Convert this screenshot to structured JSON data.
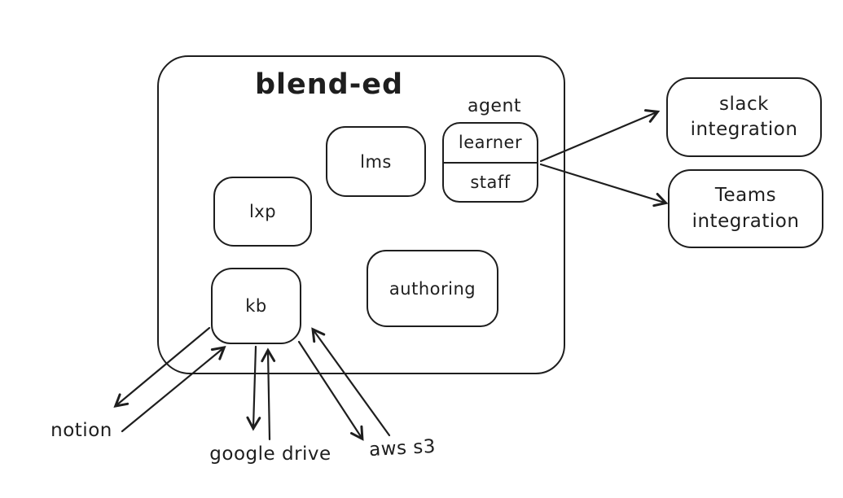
{
  "canvas": {
    "background": "#ffffff",
    "stroke_color": "#1e1e1e"
  },
  "platform": {
    "title": "blend-ed",
    "modules": [
      {
        "id": "lms",
        "label": "lms"
      },
      {
        "id": "lxp",
        "label": "lxp"
      },
      {
        "id": "kb",
        "label": "kb"
      },
      {
        "id": "authoring",
        "label": "authoring"
      }
    ],
    "agent": {
      "caption": "agent",
      "roles": [
        "learner",
        "staff"
      ]
    }
  },
  "integrations": [
    {
      "id": "slack-integration",
      "line1": "slack",
      "line2": "integration"
    },
    {
      "id": "teams-integration",
      "line1": "Teams",
      "line2": "integration"
    }
  ],
  "data_sources": [
    {
      "id": "notion",
      "label": "notion"
    },
    {
      "id": "google-drive",
      "label": "google drive"
    },
    {
      "id": "aws-s3",
      "label": "aws s3"
    }
  ],
  "connections": [
    {
      "from": "agent",
      "to": "slack-integration"
    },
    {
      "from": "agent",
      "to": "teams-integration"
    },
    {
      "from": "kb",
      "to": "notion"
    },
    {
      "from": "notion",
      "to": "kb"
    },
    {
      "from": "kb",
      "to": "google-drive"
    },
    {
      "from": "google-drive",
      "to": "kb"
    },
    {
      "from": "kb",
      "to": "aws-s3"
    },
    {
      "from": "aws-s3",
      "to": "kb"
    }
  ]
}
